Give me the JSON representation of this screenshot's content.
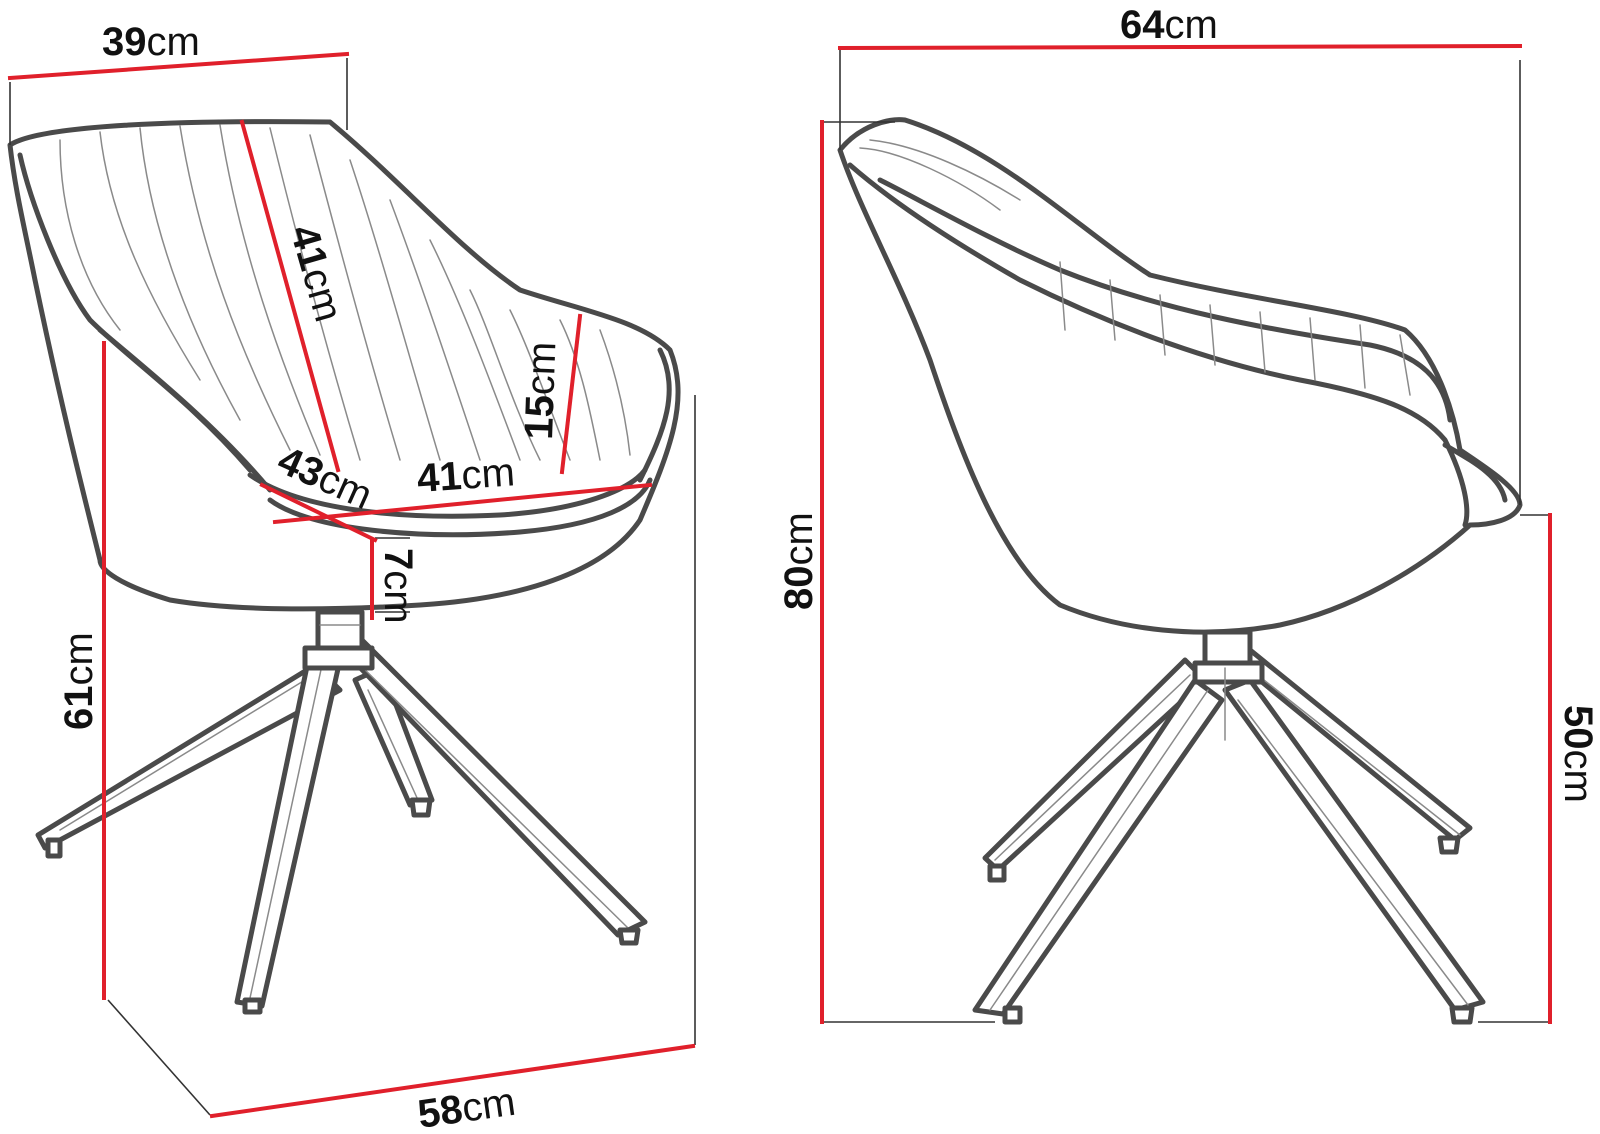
{
  "colors": {
    "dimension_line": "#e0202b",
    "outline": "#4a4a4a",
    "background": "#ffffff"
  },
  "front_view": {
    "backrest_width": {
      "value": "39",
      "unit": "cm"
    },
    "backrest_height": {
      "value": "41",
      "unit": "cm"
    },
    "armrest_height": {
      "value": "15",
      "unit": "cm"
    },
    "seat_width": {
      "value": "41",
      "unit": "cm"
    },
    "seat_depth": {
      "value": "43",
      "unit": "cm"
    },
    "seat_thickness": {
      "value": "7",
      "unit": "cm"
    },
    "armrest_floor_height": {
      "value": "61",
      "unit": "cm"
    },
    "total_width": {
      "value": "58",
      "unit": "cm"
    }
  },
  "side_view": {
    "total_depth": {
      "value": "64",
      "unit": "cm"
    },
    "total_height": {
      "value": "80",
      "unit": "cm"
    },
    "seat_height": {
      "value": "50",
      "unit": "cm"
    }
  }
}
